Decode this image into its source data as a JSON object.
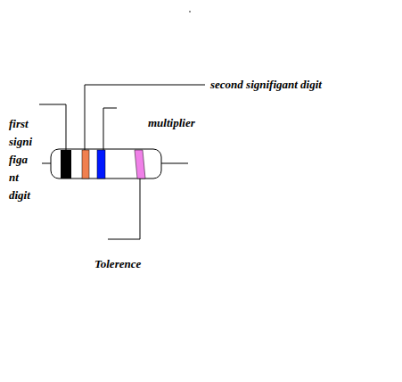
{
  "diagram": {
    "labels": [
      "second signifigant digit",
      "first signi figa nt digit",
      "multiplier",
      "Tolerence"
    ]
  }
}
